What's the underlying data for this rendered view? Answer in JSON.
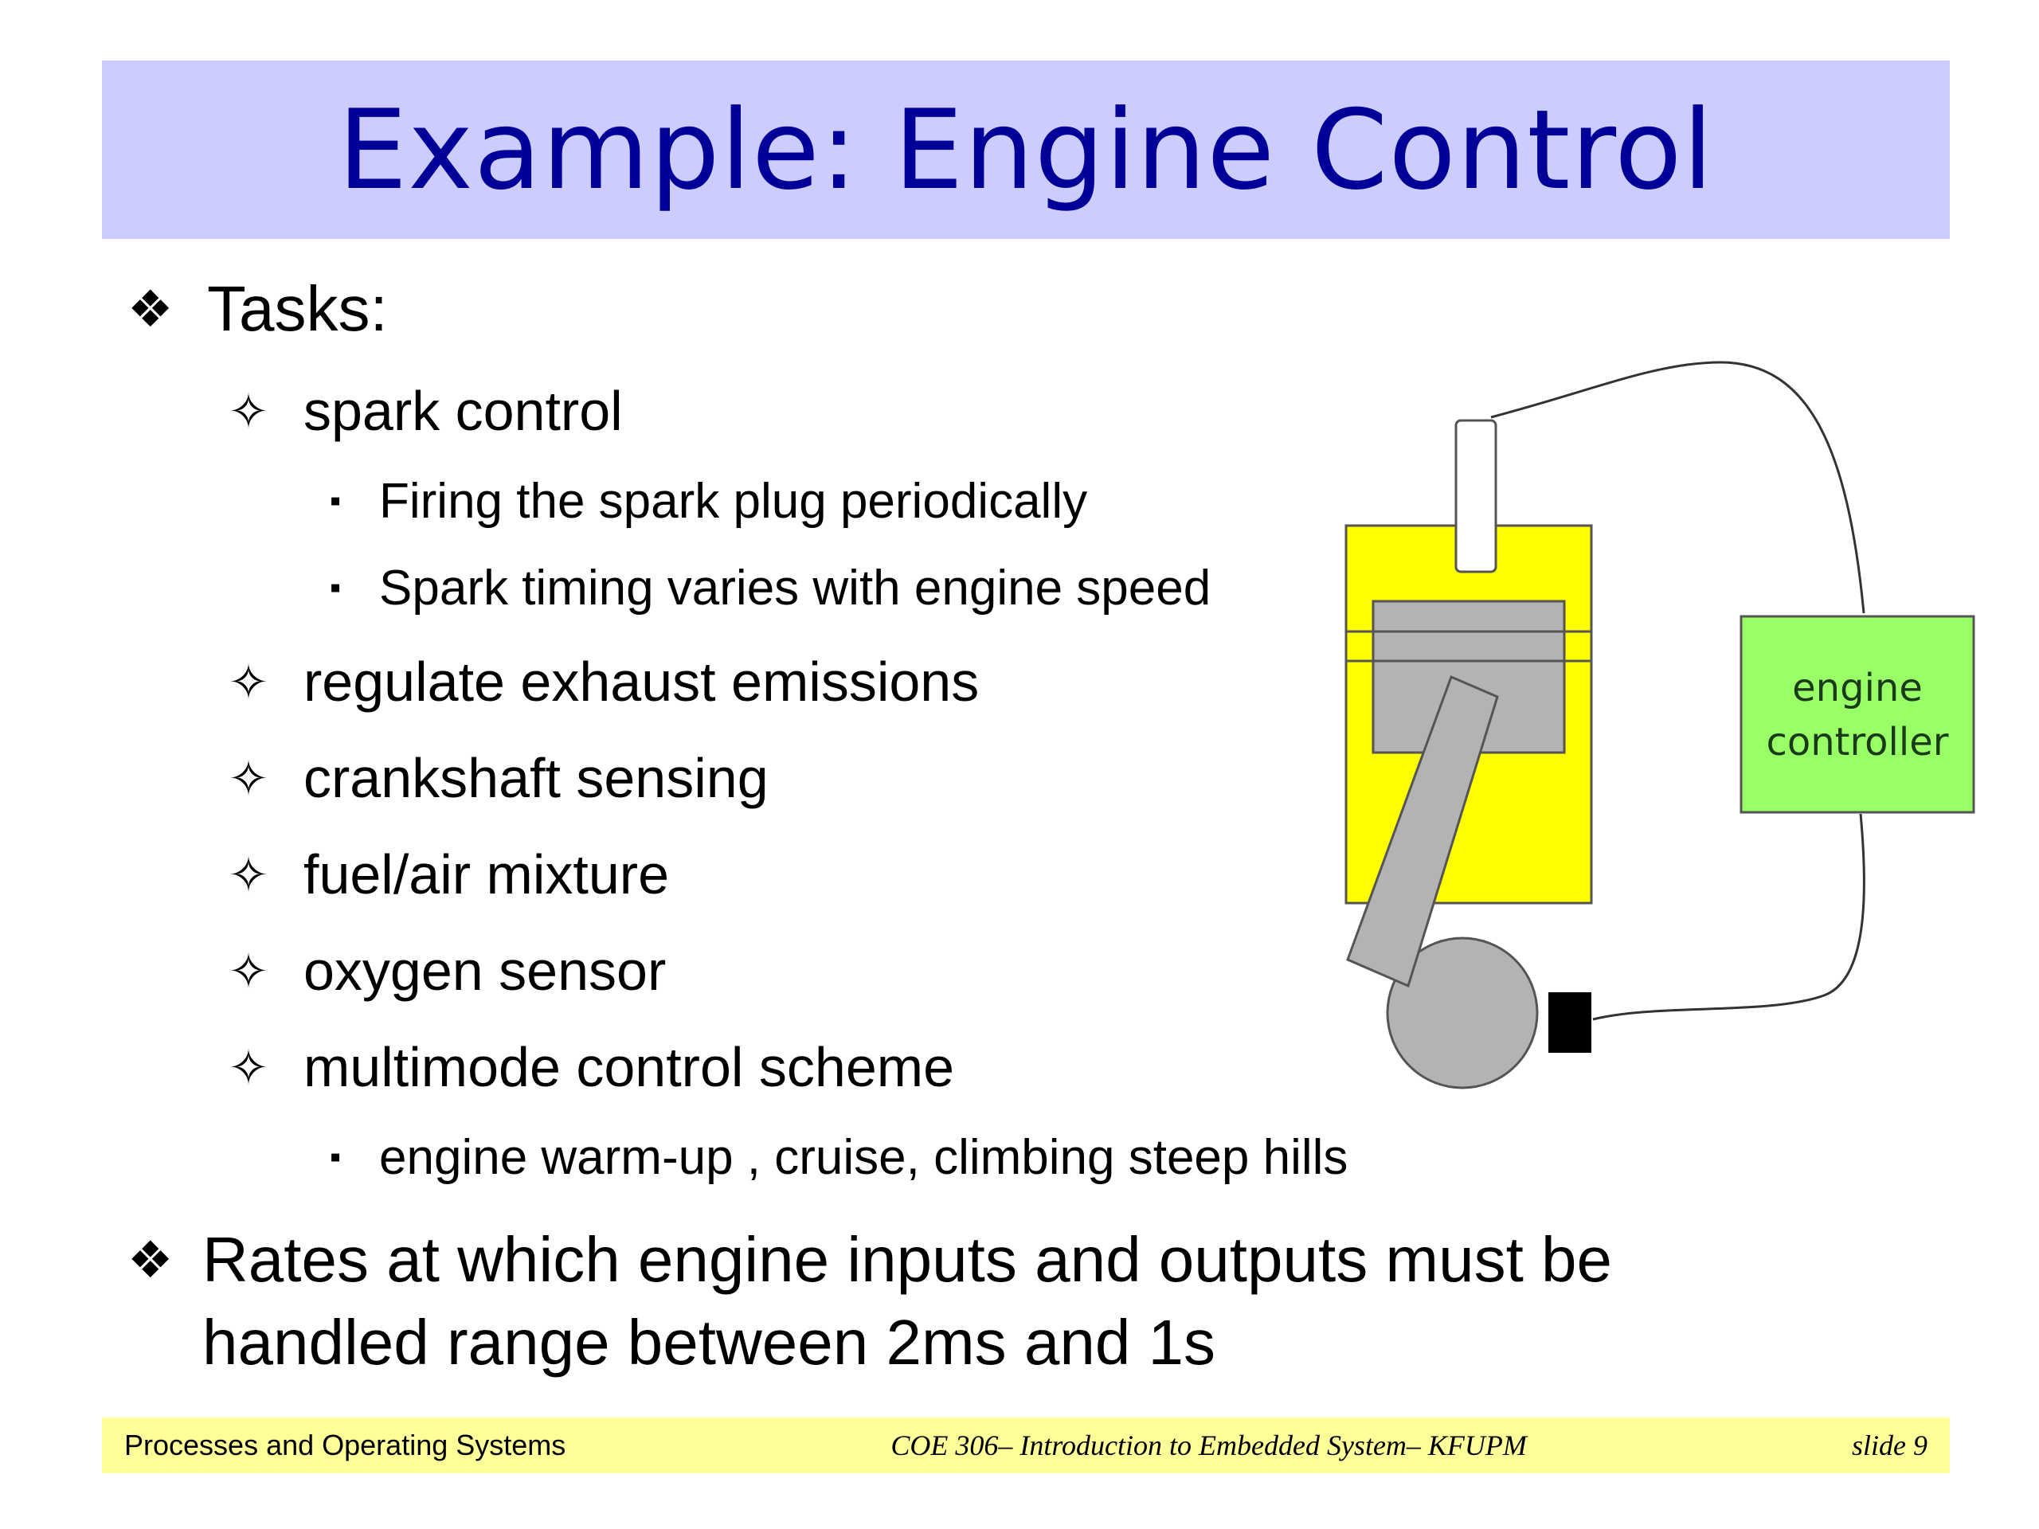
{
  "slide": {
    "title": "Example: Engine Control",
    "bullet_main_symbol": "❖",
    "bullet_sub_symbol": "✧",
    "bullet_sq_symbol": "▪",
    "tasks_label": "Tasks:",
    "tasks": [
      {
        "label": "spark control",
        "subitems": [
          "Firing the spark plug periodically",
          "Spark timing varies with engine speed"
        ]
      },
      {
        "label": "regulate exhaust emissions",
        "subitems": []
      },
      {
        "label": "crankshaft sensing",
        "subitems": []
      },
      {
        "label": "fuel/air mixture",
        "subitems": []
      },
      {
        "label": "oxygen sensor",
        "subitems": []
      },
      {
        "label": "multimode control scheme",
        "subitems": [
          "engine warm-up , cruise, climbing steep hills"
        ]
      }
    ],
    "rates_line1": "Rates at which engine inputs and outputs must be",
    "rates_line2": "handled range between 2ms and 1s"
  },
  "diagram": {
    "controller_line1": "engine",
    "controller_line2": "controller",
    "colors": {
      "cylinder": "#ffff00",
      "piston": "#b3b3b3",
      "controller": "#99ff66",
      "controller_text": "#1a3a1a",
      "sensor": "#000000"
    }
  },
  "footer": {
    "left": "Processes and Operating Systems",
    "center": "COE 306– Introduction to Embedded System– KFUPM",
    "right": "slide 9"
  }
}
